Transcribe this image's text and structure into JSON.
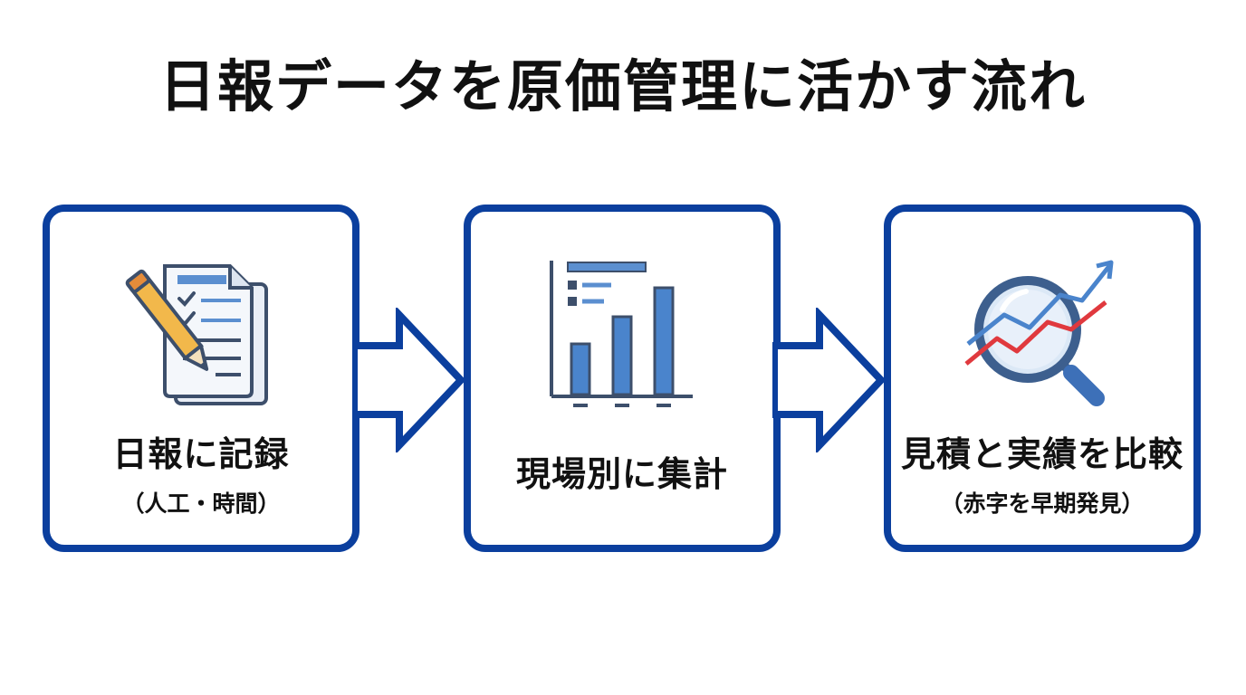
{
  "title": "日報データを原価管理に活かす流れ",
  "steps": [
    {
      "label": "日報に記録",
      "sublabel": "（人工・時間）",
      "icon": "document-pencil-icon"
    },
    {
      "label": "現場別に集計",
      "sublabel": "",
      "icon": "bar-chart-icon"
    },
    {
      "label": "見積と実績を比較",
      "sublabel": "（赤字を早期発見）",
      "icon": "magnifier-trend-icon"
    }
  ],
  "colors": {
    "border": "#0b3f9e",
    "accent": "#3a7cc9",
    "pencil": "#f2b84b",
    "trend_red": "#e0393e"
  }
}
